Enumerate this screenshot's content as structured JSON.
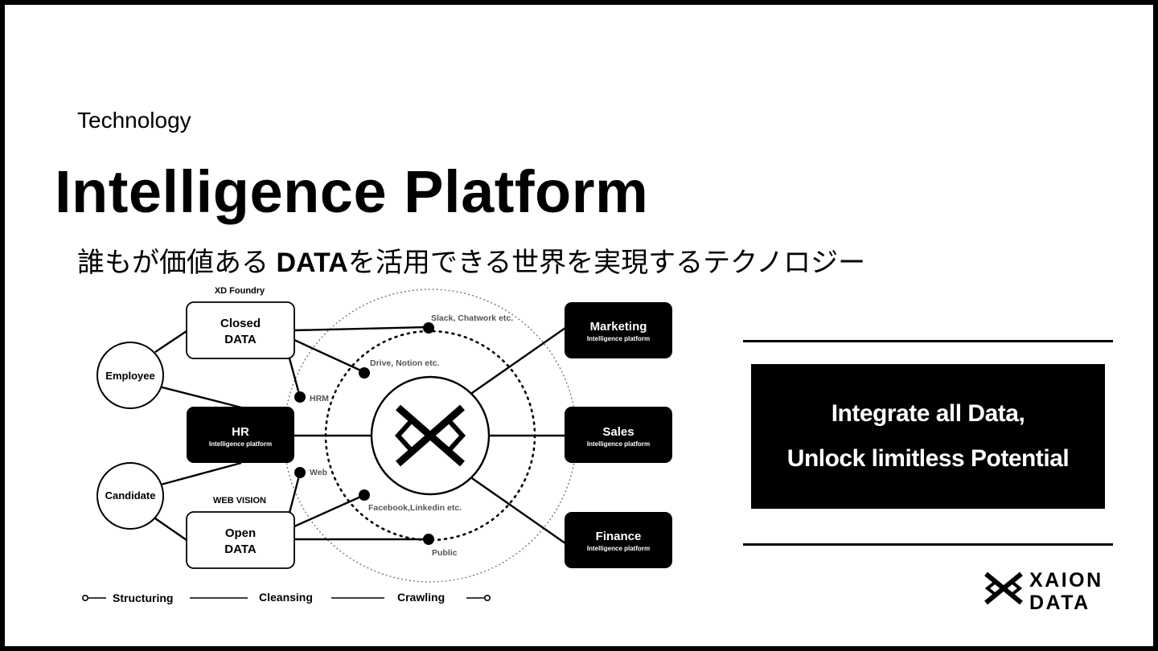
{
  "header": {
    "eyebrow": "Technology",
    "title": "Intelligence Platform",
    "subtitle_pre": "誰もが価値ある ",
    "subtitle_bold": "DATA",
    "subtitle_post": "を活用できる世界を実現するテクノロジー"
  },
  "diagram": {
    "sources": {
      "closed_caption": "XD Foundry",
      "closed_line1": "Closed",
      "closed_line2": "DATA",
      "open_caption": "WEB VISION",
      "open_line1": "Open",
      "open_line2": "DATA",
      "hr_title": "HR",
      "hr_sub": "Intelligence platform"
    },
    "people": {
      "employee": "Employee",
      "candidate": "Candidate"
    },
    "channels": {
      "hrm": "HRM",
      "web": "Web",
      "slack": "Slack, Chatwork etc.",
      "drive": "Drive, Notion etc.",
      "facebook": "Facebook,Linkedin etc.",
      "public": "Public"
    },
    "outputs": [
      {
        "title": "Marketing",
        "sub": "Intelligence platform"
      },
      {
        "title": "Sales",
        "sub": "Intelligence platform"
      },
      {
        "title": "Finance",
        "sub": "Intelligence platform"
      }
    ],
    "pipeline": {
      "step1": "Structuring",
      "step2": "Cleansing",
      "step3": "Crawling"
    }
  },
  "tagline": {
    "line1": "Integrate all Data,",
    "line2": "Unlock limitless Potential"
  },
  "logo": {
    "line1": "XAION",
    "line2": "DATA"
  },
  "colors": {
    "ink": "#000000",
    "paper": "#ffffff",
    "gray_text": "#555555"
  }
}
